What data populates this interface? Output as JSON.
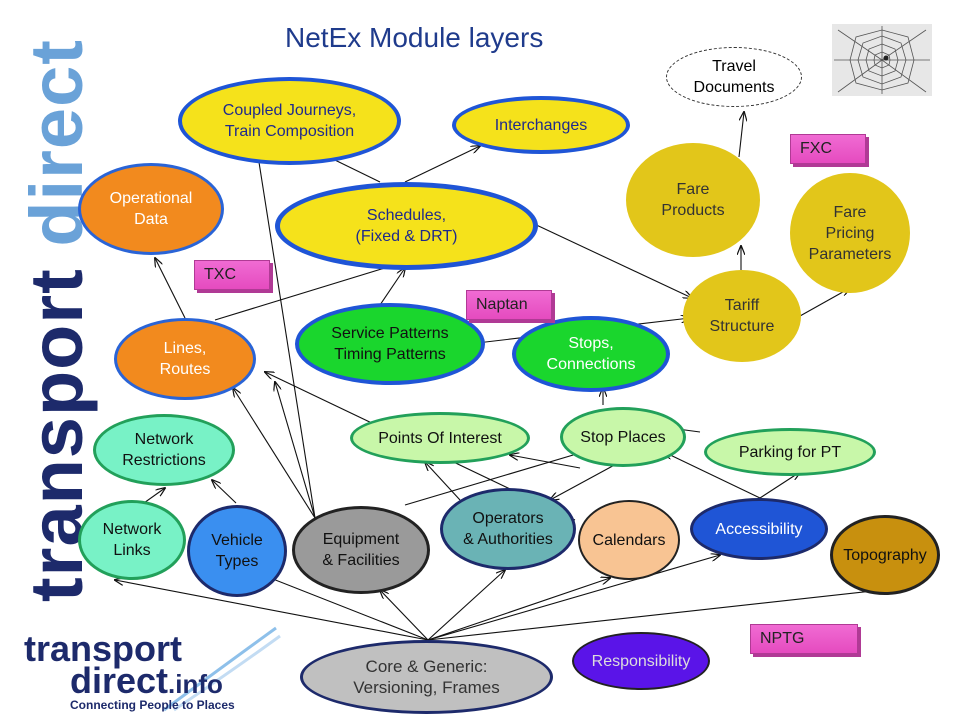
{
  "title": "NetEx Module layers",
  "brand": {
    "vertical_text_dark": "transport ",
    "vertical_text_light": "direct"
  },
  "logo": {
    "line1": "transport",
    "line2": "direct",
    "line2_suffix": ".info",
    "tagline": "Connecting People to Places"
  },
  "nodes": {
    "coupled": {
      "lines": [
        "Coupled Journeys,",
        "Train Composition"
      ]
    },
    "interchanges": {
      "lines": [
        "Interchanges"
      ]
    },
    "operational": {
      "lines": [
        "Operational",
        "Data"
      ]
    },
    "schedules": {
      "lines": [
        "Schedules,",
        "(Fixed & DRT)"
      ]
    },
    "lines_routes": {
      "lines": [
        "Lines,",
        "Routes"
      ]
    },
    "service_patterns": {
      "lines": [
        "Service Patterns",
        "Timing Patterns"
      ]
    },
    "stops": {
      "lines": [
        "Stops,",
        "Connections"
      ]
    },
    "tariff": {
      "lines": [
        "Tariff",
        "Structure"
      ]
    },
    "fare_products": {
      "lines": [
        "Fare",
        "Products"
      ]
    },
    "fare_pricing": {
      "lines": [
        "Fare",
        "Pricing",
        "Parameters"
      ]
    },
    "travel_docs": {
      "lines": [
        "Travel",
        "Documents"
      ]
    },
    "network_restrictions": {
      "lines": [
        "Network",
        "Restrictions"
      ]
    },
    "poi": {
      "lines": [
        "Points Of Interest"
      ]
    },
    "stop_places": {
      "lines": [
        "Stop Places"
      ]
    },
    "parking": {
      "lines": [
        "Parking for PT"
      ]
    },
    "network_links": {
      "lines": [
        "Network",
        "Links"
      ]
    },
    "vehicle_types": {
      "lines": [
        "Vehicle",
        "Types"
      ]
    },
    "equipment": {
      "lines": [
        "Equipment",
        "& Facilities"
      ]
    },
    "operators": {
      "lines": [
        "Operators",
        "& Authorities"
      ]
    },
    "calendars": {
      "lines": [
        "Calendars"
      ]
    },
    "accessibility": {
      "lines": [
        "Accessibility"
      ]
    },
    "topography": {
      "lines": [
        "Topography"
      ]
    },
    "responsibility": {
      "lines": [
        "Responsibility"
      ]
    },
    "core": {
      "lines": [
        "Core  & Generic:",
        "Versioning, Frames"
      ]
    }
  },
  "tags": {
    "txc": "TXC",
    "naptan": "Naptan",
    "fxc": "FXC",
    "nptg": "NPTG"
  },
  "colors": {
    "yellow": "#f5e21b",
    "orange": "#f28a1e",
    "green": "#1ad62d",
    "light_green": "#c8f7a9",
    "mint": "#78f2c6",
    "blue": "#3a8ff0",
    "gray": "#9a9a9a",
    "teal": "#6ab3b5",
    "peach": "#f8c493",
    "navy_blue": "#1f55d6",
    "gold": "#c8900e",
    "purple": "#5a14e8",
    "mustard": "#e2c61a",
    "light_gray": "#c0c0c0",
    "pink_tag": "#e54bbf"
  }
}
